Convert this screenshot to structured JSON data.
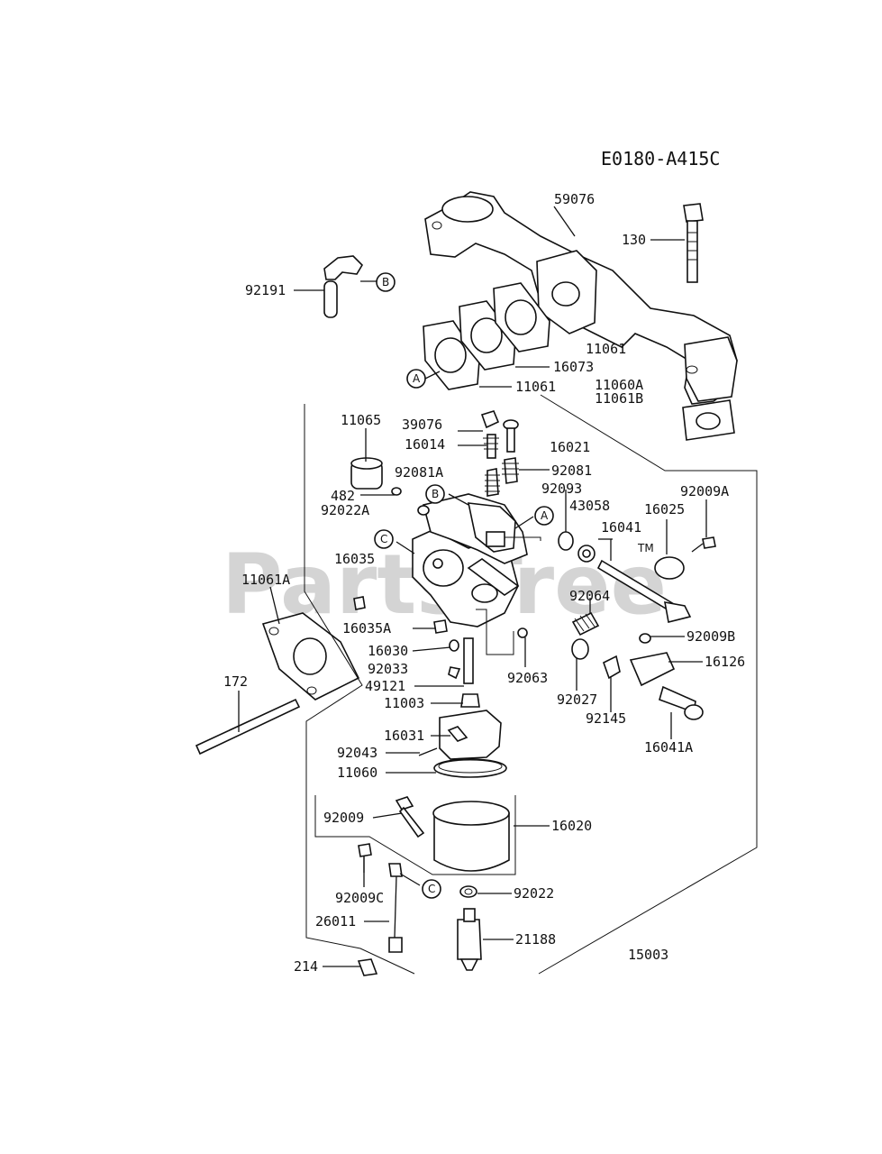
{
  "diagram_code": "E0180-A415C",
  "watermark": "PartsTree",
  "watermark_tm": "TM",
  "parts": {
    "p59076": "59076",
    "p130": "130",
    "p92191": "92191",
    "p11061_top": "11061",
    "p16073": "16073",
    "p11061_mid": "11061",
    "p11060A": "11060A",
    "p11061B": "11061B",
    "p11065": "11065",
    "p39076": "39076",
    "p16014": "16014",
    "p16021": "16021",
    "p92081A": "92081A",
    "p92081": "92081",
    "p482": "482",
    "p92022A": "92022A",
    "p92093": "92093",
    "p43058": "43058",
    "p92009A": "92009A",
    "p16041": "16041",
    "p16025": "16025",
    "p16035": "16035",
    "p11061A": "11061A",
    "p92064": "92064",
    "p16035A": "16035A",
    "p92009B": "92009B",
    "p16030": "16030",
    "p16126": "16126",
    "p92033": "92033",
    "p49121": "49121",
    "p92063": "92063",
    "p92027": "92027",
    "p172": "172",
    "p11003": "11003",
    "p92145": "92145",
    "p16041A": "16041A",
    "p16031": "16031",
    "p92043": "92043",
    "p11060": "11060",
    "p92009": "92009",
    "p16020": "16020",
    "p92009C": "92009C",
    "p92022": "92022",
    "p26011": "26011",
    "p21188": "21188",
    "p15003": "15003",
    "p214": "214"
  },
  "callouts": {
    "A1": "A",
    "A2": "A",
    "B1": "B",
    "B2": "B",
    "C1": "C",
    "C2": "C"
  }
}
